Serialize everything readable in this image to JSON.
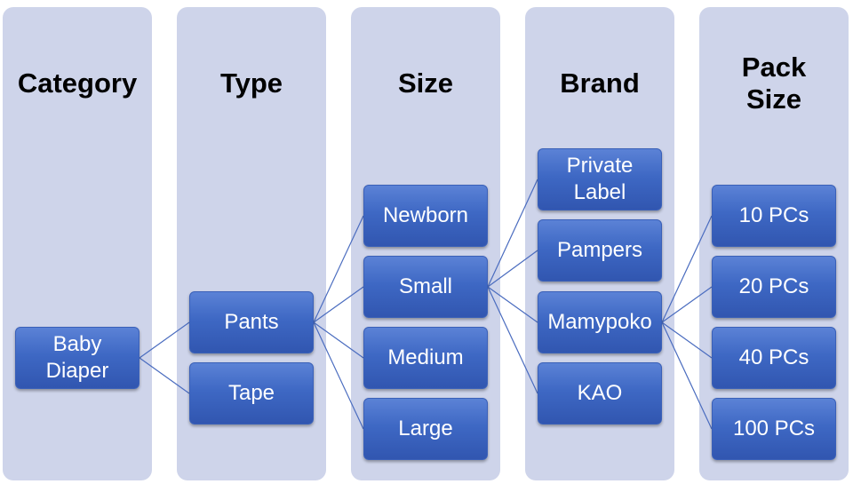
{
  "columns": [
    {
      "title": "Category"
    },
    {
      "title": "Type"
    },
    {
      "title": "Size"
    },
    {
      "title": "Brand"
    },
    {
      "title": "Pack\nSize"
    }
  ],
  "nodes": {
    "baby_diaper": "Baby\nDiaper",
    "pants": "Pants",
    "tape": "Tape",
    "newborn": "Newborn",
    "small": "Small",
    "medium": "Medium",
    "large": "Large",
    "private_label": "Private\nLabel",
    "pampers": "Pampers",
    "mamypoko": "Mamypoko",
    "kao": "KAO",
    "pc10": "10 PCs",
    "pc20": "20 PCs",
    "pc40": "40 PCs",
    "pc100": "100 PCs"
  },
  "colors": {
    "column_bg": "#ced4ea",
    "node_fill": "#4472c4",
    "connector": "#4a6cbf"
  }
}
